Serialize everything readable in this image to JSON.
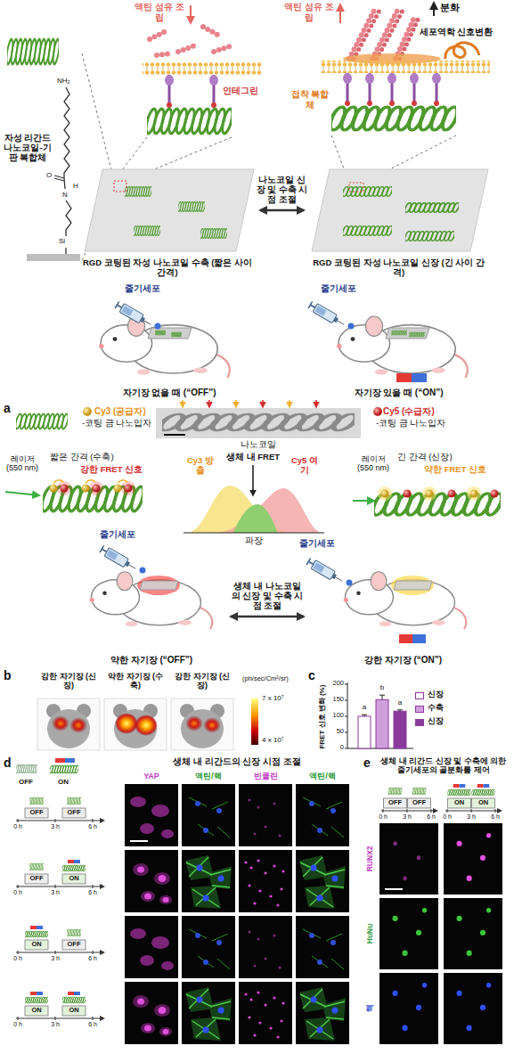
{
  "diagram": {
    "nodes": [
      {
        "text": [
          "RGD 코팅된 자성 나노코일 수축 (짧은 사이 간격)"
        ]
      },
      {
        "text": [
          "RGD 코팅된 자성 나노코일 신장 (긴 사이 간격)"
        ]
      },
      {
        "text": [
          "자기장 없을 때 (“OFF”)"
        ]
      },
      {
        "text": [
          "자기장 있을 때 (“ON”)"
        ]
      },
      {
        "text": [
          "약한 자기장 (“OFF”)"
        ]
      },
      {
        "text": [
          "강한 자기장 (“ON”)"
        ]
      }
    ],
    "edges": [
      {
        "from": 0,
        "to": 1,
        "arrow": "both",
        "label": "나노코일 신장 및 수축 시점 조절"
      },
      {
        "from": 4,
        "to": 5,
        "arrow": "both",
        "label": "생체 내 나노코일의 신장 및 수축 시점 조절"
      }
    ],
    "labels": [
      "액틴 섬유 조립",
      "인테그린",
      "액틴 섬유 조립",
      "분화",
      "세포역학 신호변환",
      "접착 복합체",
      "자성 리간드 나노코일-기판 복합체",
      "NH₂",
      "O",
      "H",
      "N",
      "Si",
      "줄기세포",
      "줄기세포",
      "a",
      "Cy3 (공급자)",
      "-코팅 금 나노입자",
      "나노코일",
      "Cy5 (수급자)",
      "-코팅 금 나노입자",
      "레이저 (550 nm)",
      "짧은 간격 (수축)",
      "강한 FRET 신호",
      "Cy3 방출",
      "생체 내 FRET",
      "Cy5 여기",
      "파장",
      "레이저 (550 nm)",
      "긴 간격 (신장)",
      "약한 FRET 신호",
      "줄기세포",
      "줄기세포",
      "b",
      "강한 자기장 (신장)",
      "약한 자기장 (수축)",
      "강한 자기장 (신장)",
      "(ph/sec/Cm²/sr)",
      "7 x 10⁷",
      "4 x 10⁷",
      "c",
      "FRET 신호 변화 (%)",
      "200",
      "150",
      "100",
      "50",
      "0",
      "a",
      "b",
      "a",
      "d",
      "OFF",
      "ON",
      "생체 내 리간드의 신장 시점 조절",
      "YAP",
      "액틴/핵",
      "빈쿨린",
      "액틴/핵",
      "OFF",
      "OFF",
      "0 h",
      "3 h",
      "6 h",
      "OFF",
      "ON",
      "0 h",
      "3 h",
      "6 h",
      "ON",
      "OFF",
      "0 h",
      "3 h",
      "6 h",
      "ON",
      "ON",
      "0 h",
      "3 h",
      "6 h",
      "e",
      "생체 내 리간드 신장 및 수축에 의한 줄기세포의 골분화를 제어",
      "OFF",
      "OFF",
      "0 h",
      "3 h",
      "6 h",
      "ON",
      "ON",
      "0 h",
      "3 h",
      "6 h",
      "RUNX2",
      "HuNu",
      "핵"
    ],
    "legend": [
      {
        "text": "신장",
        "color": "#ffffff"
      },
      {
        "text": "수축",
        "color": "#cf9fdc"
      },
      {
        "text": "신장",
        "color": "#8b3a9c"
      }
    ]
  }
}
